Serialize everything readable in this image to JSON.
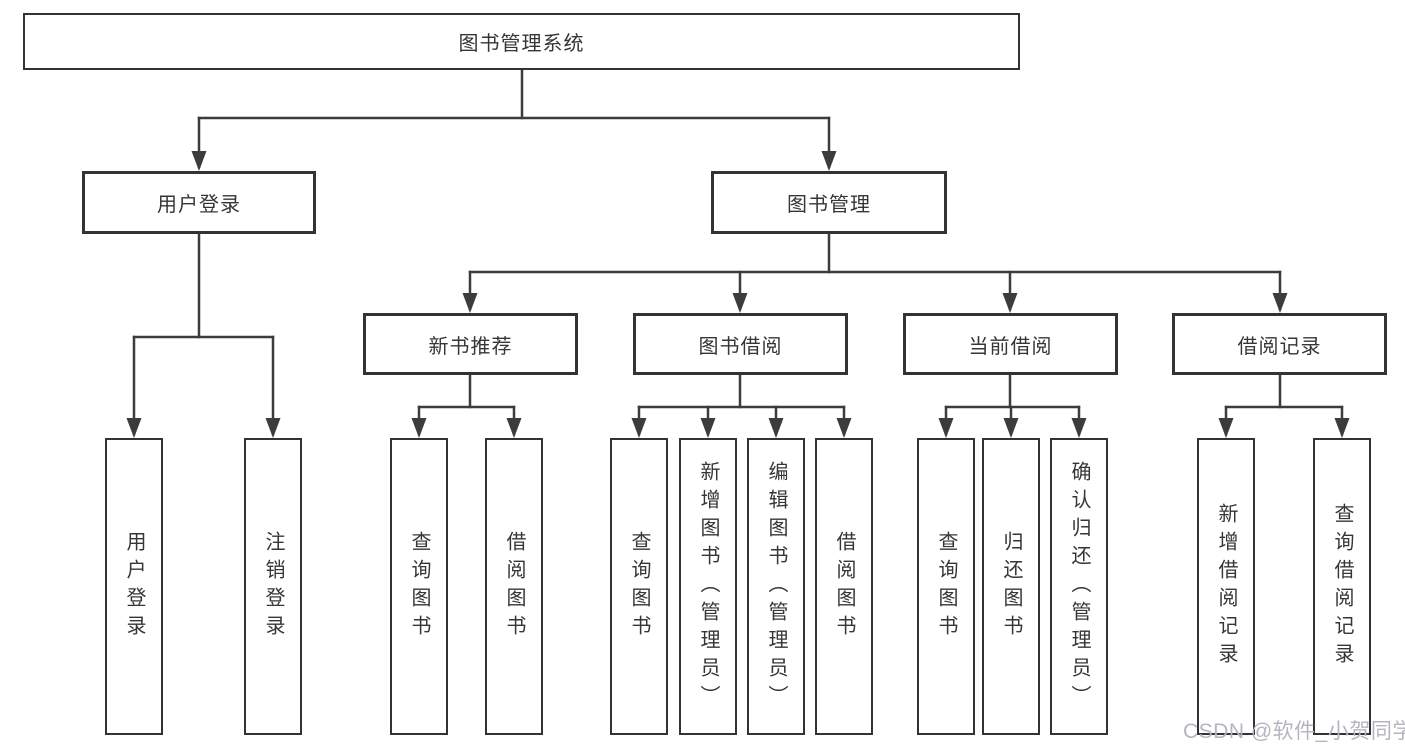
{
  "diagram": {
    "type": "hierarchy-tree",
    "tree": {
      "root": {
        "label": "图书管理系统"
      },
      "branches": [
        {
          "label": "用户登录",
          "children": [
            {
              "label": "用户登录"
            },
            {
              "label": "注销登录"
            }
          ]
        },
        {
          "label": "图书管理",
          "children": [
            {
              "label": "新书推荐",
              "children": [
                {
                  "label": "查询图书"
                },
                {
                  "label": "借阅图书"
                }
              ]
            },
            {
              "label": "图书借阅",
              "children": [
                {
                  "label": "查询图书"
                },
                {
                  "label": "新增图书（管理员）"
                },
                {
                  "label": "编辑图书（管理员）"
                },
                {
                  "label": "借阅图书"
                }
              ]
            },
            {
              "label": "当前借阅",
              "children": [
                {
                  "label": "查询图书"
                },
                {
                  "label": "归还图书"
                },
                {
                  "label": "确认归还（管理员）"
                }
              ]
            },
            {
              "label": "借阅记录",
              "children": [
                {
                  "label": "新增借阅记录"
                },
                {
                  "label": "查询借阅记录"
                }
              ]
            }
          ]
        }
      ]
    },
    "colors": {
      "background": "#ffffff",
      "line": "#3c3c3c",
      "box_border": "#333333",
      "text": "#363636",
      "watermark_text": "#b5b5c1"
    }
  },
  "watermark": "CSDN @软件_小贺同学"
}
